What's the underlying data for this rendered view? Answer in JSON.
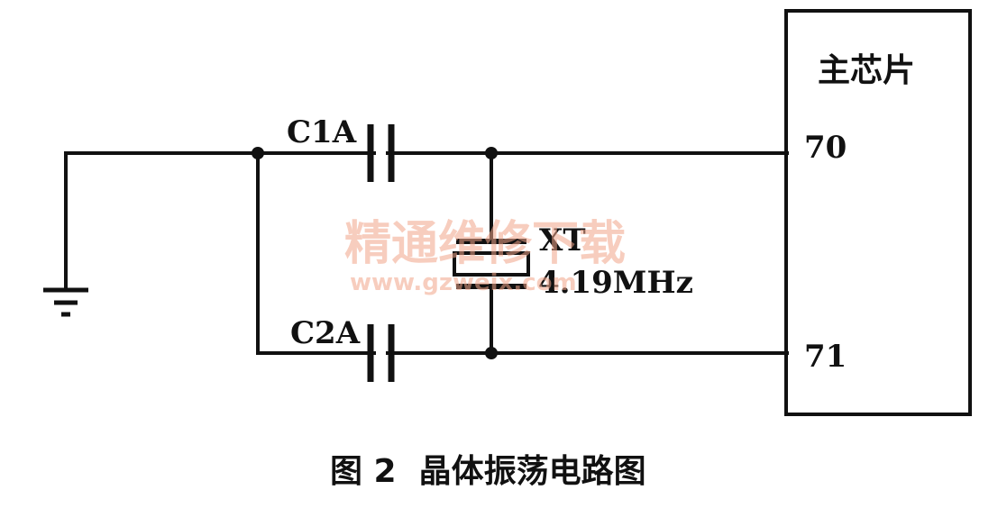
{
  "chip": {
    "title": "主芯片",
    "pin_top": "70",
    "pin_bottom": "71"
  },
  "components": {
    "c1": "C1A",
    "c2": "C2A",
    "crystal_name": "XT",
    "crystal_freq": "4.19MHz"
  },
  "caption": "图 2  晶体振荡电路图",
  "watermark": {
    "text": "精通维修下载",
    "url": "www.gzweix.com"
  }
}
